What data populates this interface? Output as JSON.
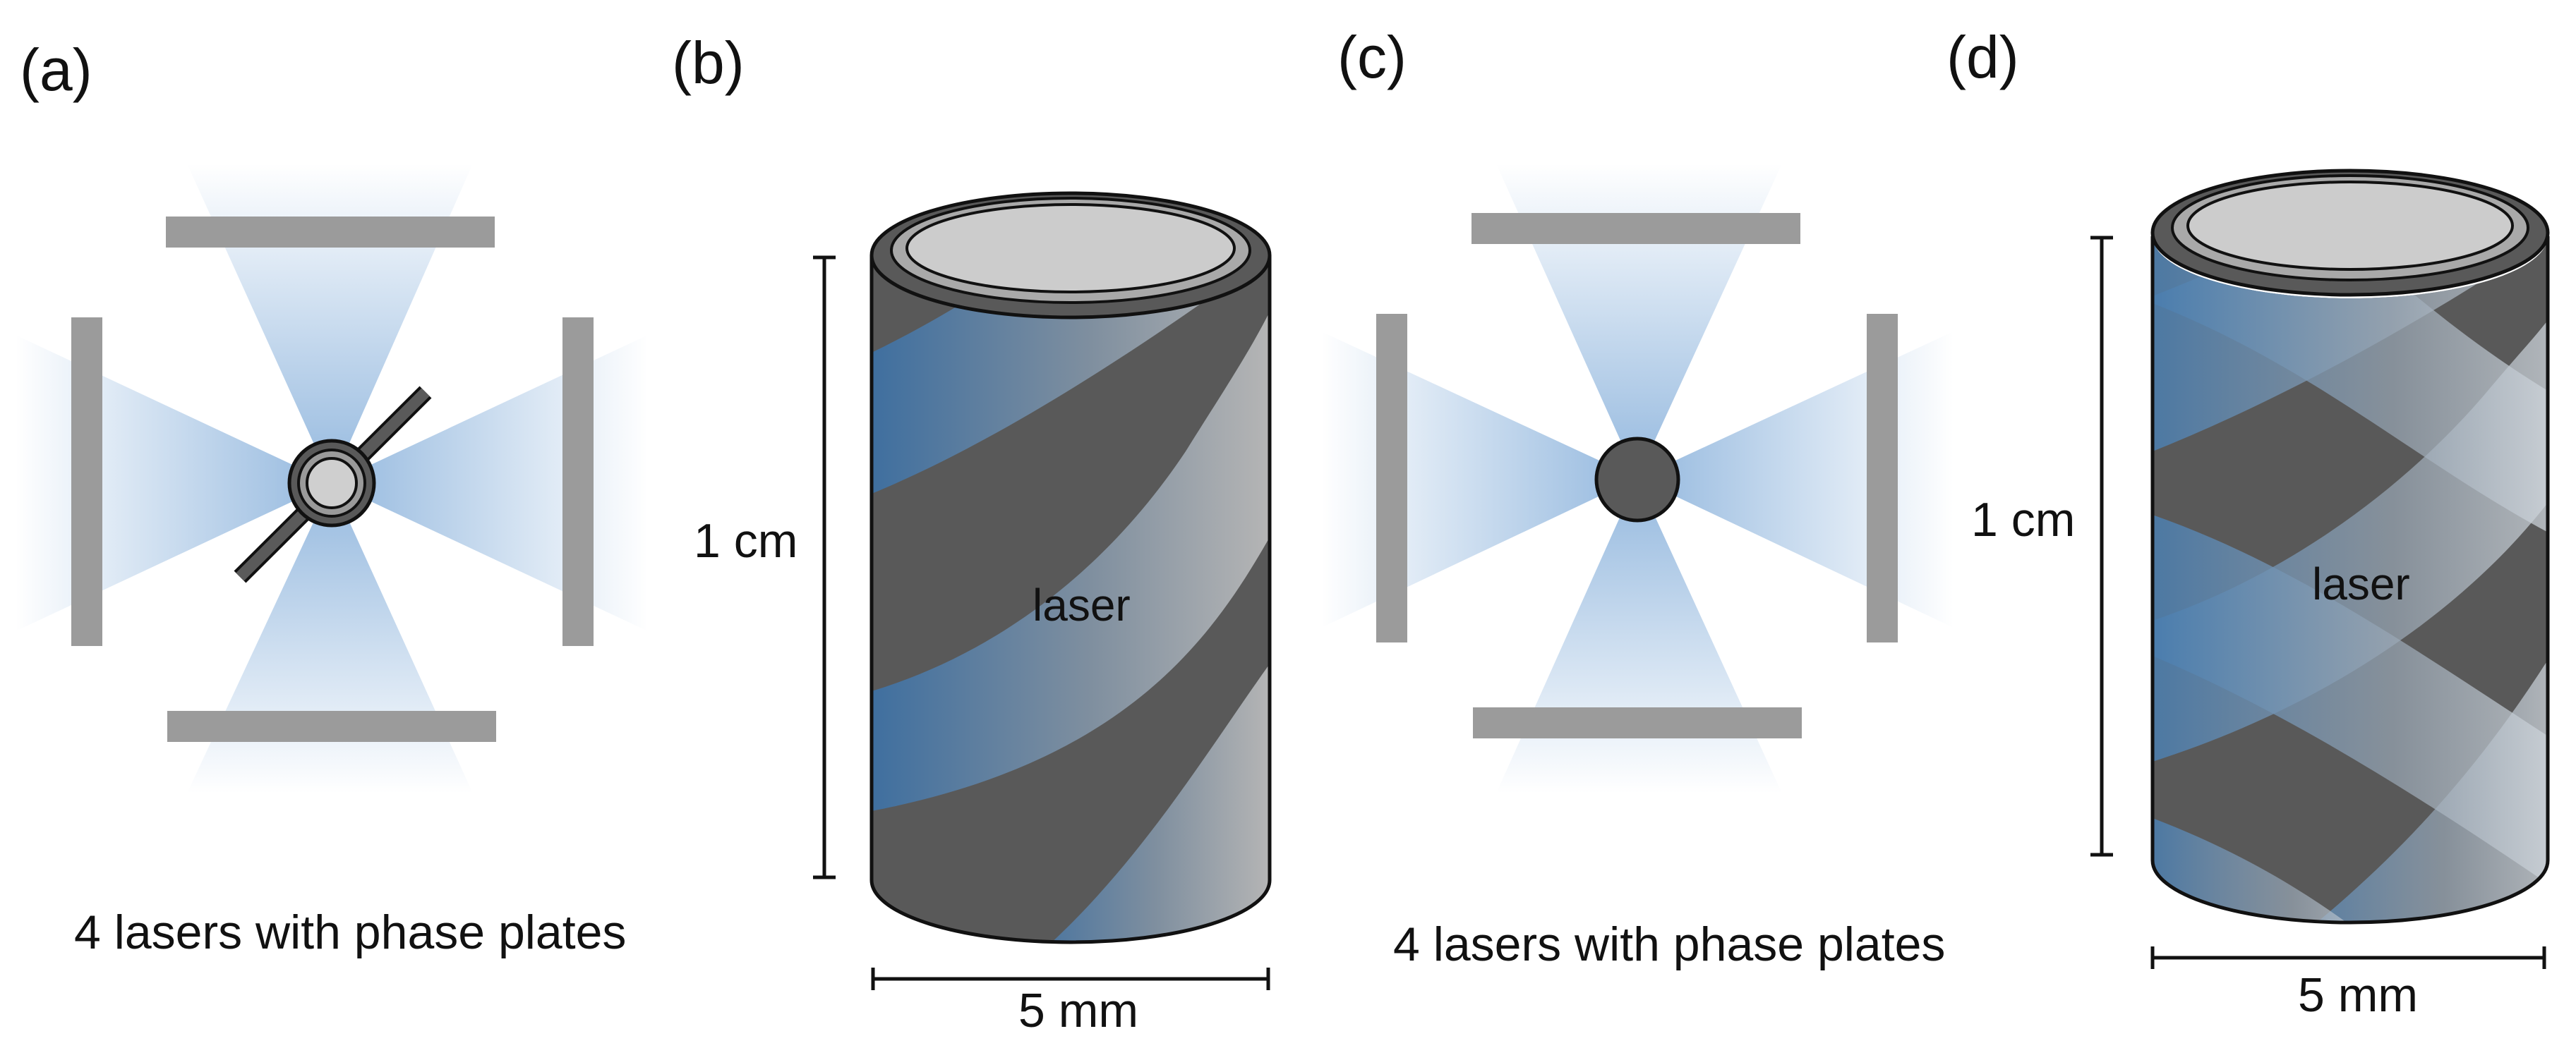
{
  "panels": [
    {
      "id": "a",
      "label": "(a)",
      "caption": "4 lasers with phase plates"
    },
    {
      "id": "b",
      "label": "(b)",
      "height_label": "1 cm",
      "width_label": "5 mm",
      "inner_label": "laser"
    },
    {
      "id": "c",
      "label": "(c)",
      "caption": "4 lasers with phase plates"
    },
    {
      "id": "d",
      "label": "(d)",
      "height_label": "1 cm",
      "width_label": "5 mm",
      "inner_label": "laser"
    }
  ],
  "colors": {
    "laser_blue": "#3d7fc4",
    "plate_gray": "#9b9b9b",
    "cylinder_dark": "#595959",
    "cylinder_light": "#c8c8c8",
    "outline": "#111111"
  },
  "icons": [
    "phase-plate",
    "laser-beam",
    "cylindrical-target",
    "spherical-target"
  ]
}
